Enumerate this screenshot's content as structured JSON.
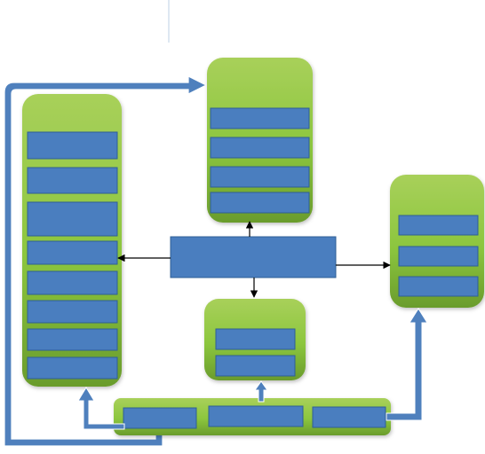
{
  "colors": {
    "panel_light": "#a8d05a",
    "panel_mid": "#8cc63e",
    "panel_dark": "#6a9c2c",
    "panel_stroke": "#7fb03a",
    "box_fill": "#4a7ebf",
    "box_stroke": "#2f5f94",
    "connector_fill": "#4f80bd",
    "connector_stroke": "#ffffff",
    "arrow": "#000000",
    "guide_line": "#c9d9ea"
  },
  "diagram": {
    "panels": [
      {
        "id": "left-panel",
        "boxes": 8
      },
      {
        "id": "top-panel",
        "boxes": 4
      },
      {
        "id": "right-panel",
        "boxes": 3
      },
      {
        "id": "bottom-mid-panel",
        "boxes": 2
      },
      {
        "id": "bottom-bar-panel",
        "boxes": 3
      }
    ],
    "center_box": {
      "id": "center-hub"
    },
    "connectors": [
      {
        "from": "center-hub",
        "to": "left-panel",
        "style": "thin-arrow"
      },
      {
        "from": "center-hub",
        "to": "right-panel",
        "style": "thin-arrow"
      },
      {
        "from": "center-hub",
        "to": "top-panel",
        "style": "thin-arrow"
      },
      {
        "from": "center-hub",
        "to": "bottom-mid-panel",
        "style": "thin-arrow"
      },
      {
        "from": "bottom-bar-panel",
        "to": "left-panel",
        "style": "block-arrow"
      },
      {
        "from": "bottom-bar-panel",
        "to": "bottom-mid-panel",
        "style": "block-arrow"
      },
      {
        "from": "bottom-bar-panel",
        "to": "right-panel",
        "style": "block-arrow"
      },
      {
        "from": "bottom-bar-panel",
        "to": "top-panel",
        "style": "block-arrow"
      }
    ]
  }
}
